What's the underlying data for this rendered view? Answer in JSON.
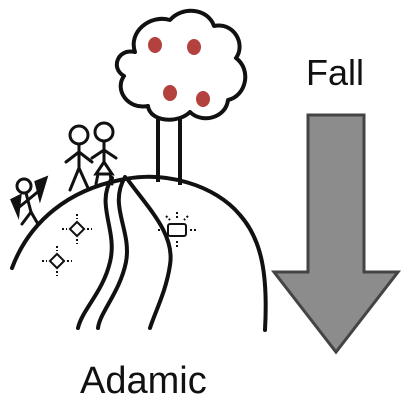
{
  "diagram": {
    "labels": {
      "fall": "Fall",
      "adamic": "Adamic"
    },
    "colors": {
      "outline": "#111111",
      "fruit": "#b3413e",
      "arrow_fill": "#8c8c8c",
      "arrow_stroke": "#444444",
      "background": "#ffffff"
    },
    "elements": {
      "tree_fruit_count": 4,
      "stick_figures_standing": 2,
      "stick_figures_fleeing": 1,
      "gems": 3
    }
  }
}
